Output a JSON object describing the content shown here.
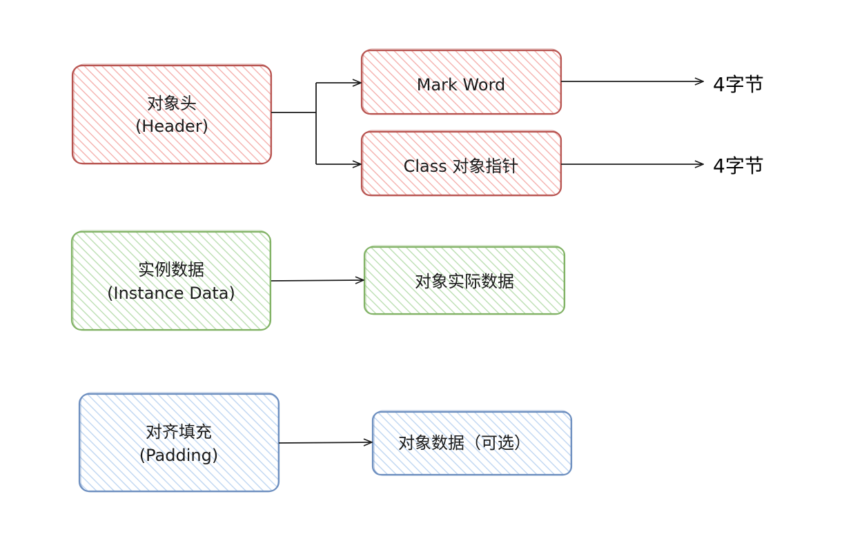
{
  "header": {
    "line1": "对象头",
    "line2": "(Header)",
    "stroke": "#b85450",
    "fill": "#f8cecc"
  },
  "mark_word": {
    "label": "Mark Word",
    "size": "4字节"
  },
  "class_pointer": {
    "label": "Class 对象指针",
    "size": "4字节"
  },
  "instance_data": {
    "line1": "实例数据",
    "line2": "(Instance Data)",
    "stroke": "#82b366",
    "fill": "#d5e8d4"
  },
  "instance_target": {
    "label": "对象实际数据"
  },
  "padding": {
    "line1": "对齐填充",
    "line2": "(Padding)",
    "stroke": "#6c8ebf",
    "fill": "#dae8fc"
  },
  "padding_target": {
    "label": "对象数据（可选）"
  }
}
